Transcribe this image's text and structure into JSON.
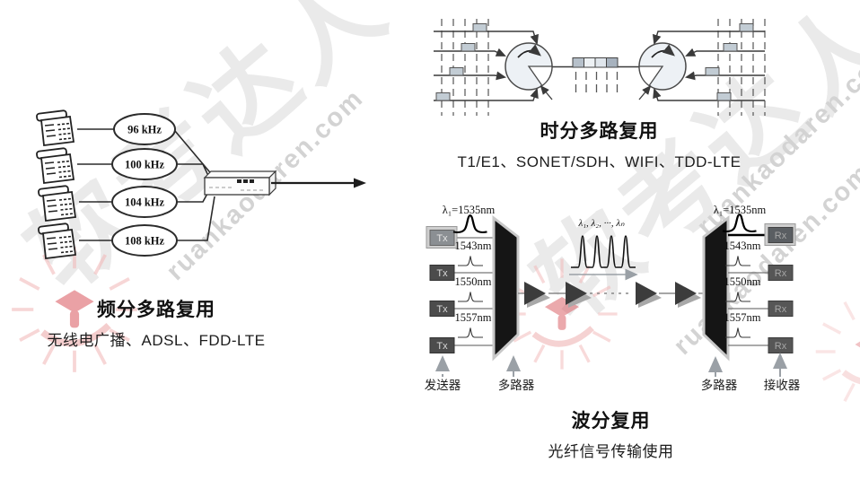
{
  "watermark": {
    "brand": "软考达人",
    "site": "ruankaodaren.com",
    "brand_color": "#eaeaea",
    "site_color": "#d3d3d3",
    "logo_red": "#d9555c"
  },
  "fdm": {
    "title": "频分多路复用",
    "examples": "无线电广播、ADSL、FDD-LTE",
    "channels": [
      {
        "label": "96 kHz"
      },
      {
        "label": "100 kHz"
      },
      {
        "label": "104 kHz"
      },
      {
        "label": "108 kHz"
      }
    ]
  },
  "tdm": {
    "title": "时分多路复用",
    "examples": "T1/E1、SONET/SDH、WIFI、TDD-LTE"
  },
  "wdm": {
    "title": "波分复用",
    "examples": "光纤信号传输使用",
    "lambda1": "λ₁=1535nm",
    "wavelengths": [
      "1543nm",
      "1550nm",
      "1557nm"
    ],
    "fiber_label": "λ₁, λ₂, ···, λₙ",
    "tx": "Tx",
    "rx": "Rx",
    "transmitter": "发送器",
    "mux_left": "多路器",
    "mux_right": "多路器",
    "receiver": "接收器"
  }
}
